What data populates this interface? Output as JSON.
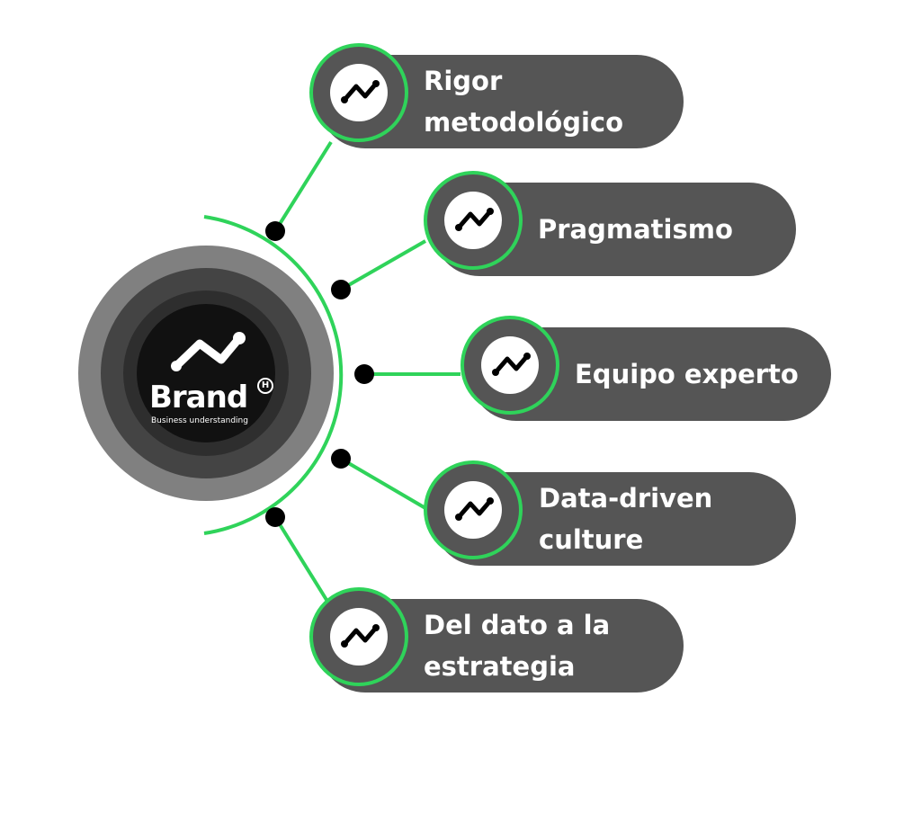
{
  "hub": {
    "logo_word": "Brand",
    "logo_registered": "H",
    "logo_tagline": "Business understanding",
    "icon": "trend-line-icon"
  },
  "colors": {
    "accent_green": "#2fd35a",
    "pill_dark": "#555555",
    "hub_outer": "#808080",
    "hub_mid": "#444444",
    "hub_inner": "#2e2e2e",
    "hub_core": "#111111",
    "connector_dot": "#000000"
  },
  "items": [
    {
      "label": "Rigor\nmetodológico",
      "icon": "trend-line-icon"
    },
    {
      "label": "Pragmatismo",
      "icon": "trend-line-icon"
    },
    {
      "label": "Equipo experto",
      "icon": "trend-line-icon"
    },
    {
      "label": "Data-driven\nculture",
      "icon": "trend-line-icon"
    },
    {
      "label": "Del dato a la\nestrategia",
      "icon": "trend-line-icon"
    }
  ]
}
